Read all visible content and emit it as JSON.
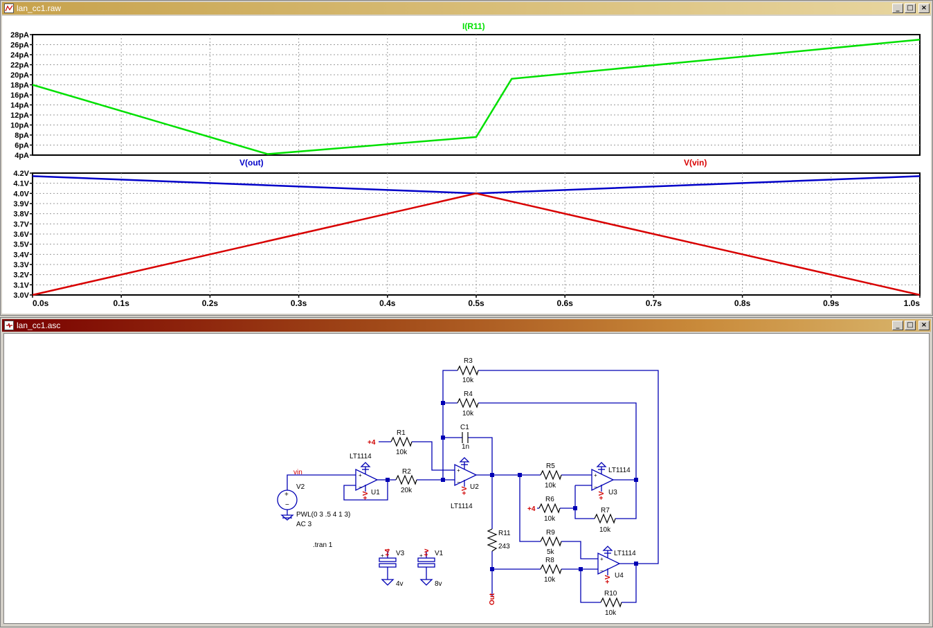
{
  "waveform_window": {
    "title": "lan_cc1.raw",
    "buttons": {
      "minimize": "_",
      "maximize": "□",
      "close": "×"
    }
  },
  "schematic_window": {
    "title": "lan_cc1.asc",
    "buttons": {
      "minimize": "_",
      "maximize": "□",
      "close": "×"
    }
  },
  "chart_data": [
    {
      "type": "line",
      "title": "",
      "series": [
        {
          "name": "I(R11)",
          "color": "#00e000",
          "x": [
            0.0,
            0.265,
            0.5,
            0.54,
            1.0
          ],
          "y": [
            18.0,
            4.2,
            7.6,
            19.2,
            27.0
          ]
        }
      ],
      "xlim": [
        0.0,
        1.0
      ],
      "ylim": [
        4,
        28
      ],
      "yticks": [
        "28pA",
        "26pA",
        "24pA",
        "22pA",
        "20pA",
        "18pA",
        "16pA",
        "14pA",
        "12pA",
        "10pA",
        "8pA",
        "6pA",
        "4pA"
      ],
      "ytick_values": [
        28,
        26,
        24,
        22,
        20,
        18,
        16,
        14,
        12,
        10,
        8,
        6,
        4
      ],
      "grid": true
    },
    {
      "type": "line",
      "title": "",
      "series": [
        {
          "name": "V(out)",
          "color": "#0000c8",
          "x": [
            0.0,
            0.5,
            1.0
          ],
          "y": [
            4.17,
            4.0,
            4.17
          ]
        },
        {
          "name": "V(vin)",
          "color": "#d80000",
          "x": [
            0.0,
            0.5,
            1.0
          ],
          "y": [
            3.0,
            4.0,
            3.0
          ]
        }
      ],
      "xlim": [
        0.0,
        1.0
      ],
      "ylim": [
        3.0,
        4.2
      ],
      "yticks": [
        "4.2V",
        "4.1V",
        "4.0V",
        "3.9V",
        "3.8V",
        "3.7V",
        "3.6V",
        "3.5V",
        "3.4V",
        "3.3V",
        "3.2V",
        "3.1V",
        "3.0V"
      ],
      "ytick_values": [
        4.2,
        4.1,
        4.0,
        3.9,
        3.8,
        3.7,
        3.6,
        3.5,
        3.4,
        3.3,
        3.2,
        3.1,
        3.0
      ],
      "xticks": [
        "0.0s",
        "0.1s",
        "0.2s",
        "0.3s",
        "0.4s",
        "0.5s",
        "0.6s",
        "0.7s",
        "0.8s",
        "0.9s",
        "1.0s"
      ],
      "xtick_values": [
        0,
        0.1,
        0.2,
        0.3,
        0.4,
        0.5,
        0.6,
        0.7,
        0.8,
        0.9,
        1.0
      ],
      "grid": true
    }
  ],
  "schematic": {
    "labels": {
      "r3": "R3",
      "r3_val": "10k",
      "r4": "R4",
      "r4_val": "10k",
      "c1": "C1",
      "c1_val": "1n",
      "r1": "R1",
      "r1_val": "10k",
      "r1_net": "+4",
      "r2": "R2",
      "r2_val": "20k",
      "u1_model": "LT1114",
      "u1": "U1",
      "u2_model": "LT1114",
      "u2": "U2",
      "u3_model": "LT1114",
      "u3": "U3",
      "u4_model": "LT1114",
      "u4": "U4",
      "r5": "R5",
      "r5_val": "10k",
      "r6": "R6",
      "r6_val": "10k",
      "r6_net": "+4",
      "r7": "R7",
      "r7_val": "10k",
      "r9": "R9",
      "r9_val": "5k",
      "r8": "R8",
      "r8_val": "10k",
      "r10": "R10",
      "r10_val": "10k",
      "r11": "R11",
      "r11_val": "243",
      "v2": "V2",
      "v2_val": "PWL(0 3 .5 4 1 3)",
      "v2_ac": "AC 3",
      "vin_net": "vin",
      "out_net": "Out",
      "tran": ".tran 1",
      "v3": "V3",
      "v3_val": "4v",
      "v3_net": "+4",
      "v1": "V1",
      "v1_val": "8v",
      "v1_net": "+v",
      "supply_v": "+V"
    }
  }
}
